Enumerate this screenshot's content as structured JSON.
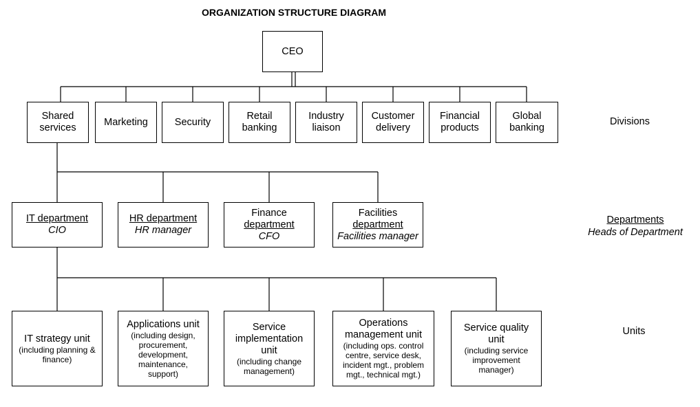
{
  "title": "ORGANIZATION STRUCTURE DIAGRAM",
  "ceo": "CEO",
  "divisions": [
    {
      "lines": [
        "Shared",
        "services"
      ]
    },
    {
      "lines": [
        "Marketing"
      ]
    },
    {
      "lines": [
        "Security"
      ]
    },
    {
      "lines": [
        "Retail",
        "banking"
      ]
    },
    {
      "lines": [
        "Industry",
        "liaison"
      ]
    },
    {
      "lines": [
        "Customer",
        "delivery"
      ]
    },
    {
      "lines": [
        "Financial",
        "products"
      ]
    },
    {
      "lines": [
        "Global",
        "banking"
      ]
    }
  ],
  "departments": [
    {
      "name_lines": [
        "IT department"
      ],
      "head": "CIO"
    },
    {
      "name_lines": [
        "HR department"
      ],
      "head": "HR manager"
    },
    {
      "name_lines": [
        "Finance",
        "department"
      ],
      "head": "CFO"
    },
    {
      "name_lines": [
        "Facilities",
        "department"
      ],
      "head": "Facilities manager"
    }
  ],
  "units": [
    {
      "title_lines": [
        "IT strategy unit"
      ],
      "detail_lines": [
        "(including planning &",
        "finance)"
      ]
    },
    {
      "title_lines": [
        "Applications unit"
      ],
      "detail_lines": [
        "(including design,",
        "procurement,",
        "development,",
        "maintenance,",
        "support)"
      ]
    },
    {
      "title_lines": [
        "Service",
        "implementation",
        "unit"
      ],
      "detail_lines": [
        "(including change",
        "management)"
      ]
    },
    {
      "title_lines": [
        "Operations",
        "management unit"
      ],
      "detail_lines": [
        "(including ops. control",
        "centre, service desk,",
        "incident mgt., problem",
        "mgt., technical mgt.)"
      ]
    },
    {
      "title_lines": [
        "Service quality",
        "unit"
      ],
      "detail_lines": [
        "(including service",
        "improvement",
        "manager)"
      ]
    }
  ],
  "level_labels": {
    "divisions": "Divisions",
    "departments": "Departments",
    "departments_sub": "Heads of Department",
    "units": "Units"
  }
}
